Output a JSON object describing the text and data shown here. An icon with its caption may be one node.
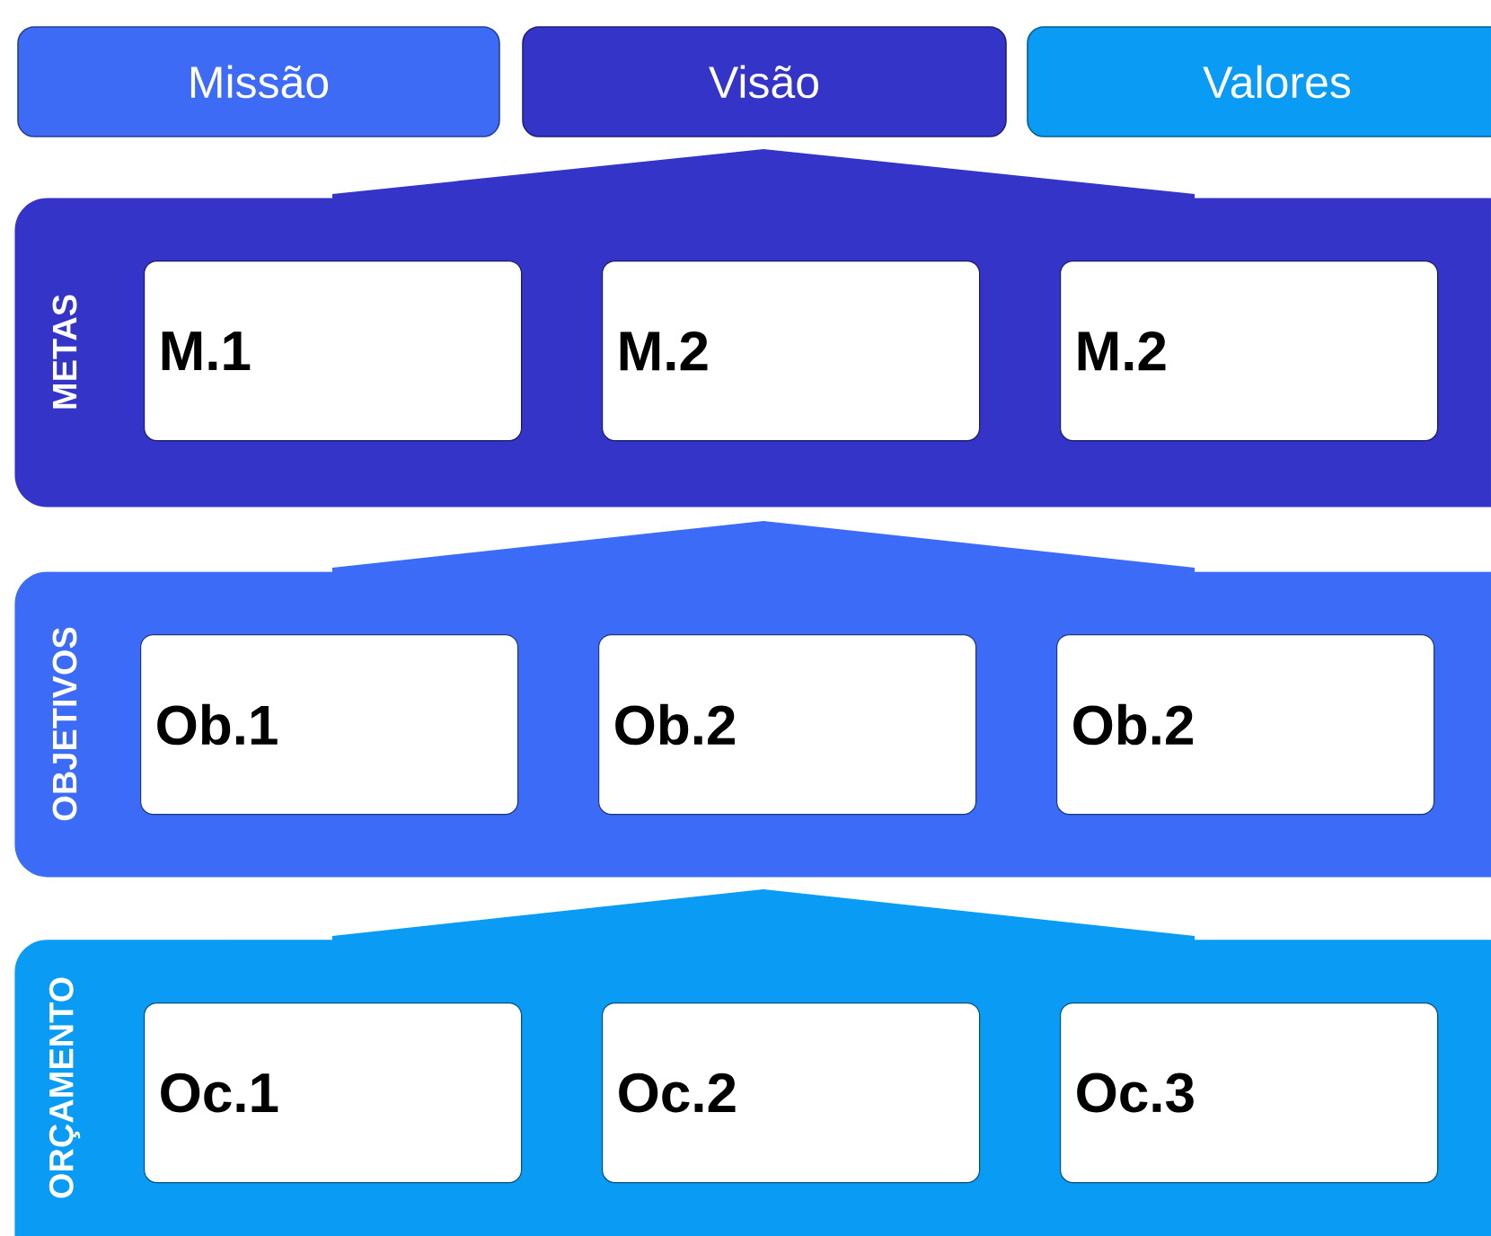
{
  "diagram": {
    "nodes": [
      {
        "text": [
          "Missão"
        ]
      },
      {
        "text": [
          "Visão"
        ]
      },
      {
        "text": [
          "Valores"
        ]
      },
      {
        "text": [
          "METAS"
        ]
      },
      {
        "text": [
          "M.1"
        ],
        "in": 3
      },
      {
        "text": [
          "M.2"
        ],
        "in": 3
      },
      {
        "text": [
          "M.2"
        ],
        "in": 3
      },
      {
        "text": [
          "OBJETIVOS"
        ]
      },
      {
        "text": [
          "Ob.1"
        ],
        "in": 7
      },
      {
        "text": [
          "Ob.2"
        ],
        "in": 7
      },
      {
        "text": [
          "Ob.2"
        ],
        "in": 7
      },
      {
        "text": [
          "ORÇAMENTO"
        ]
      },
      {
        "text": [
          "Oc.1"
        ],
        "in": 11
      },
      {
        "text": [
          "Oc.2"
        ],
        "in": 11
      },
      {
        "text": [
          "Oc.3"
        ],
        "in": 11
      }
    ]
  }
}
